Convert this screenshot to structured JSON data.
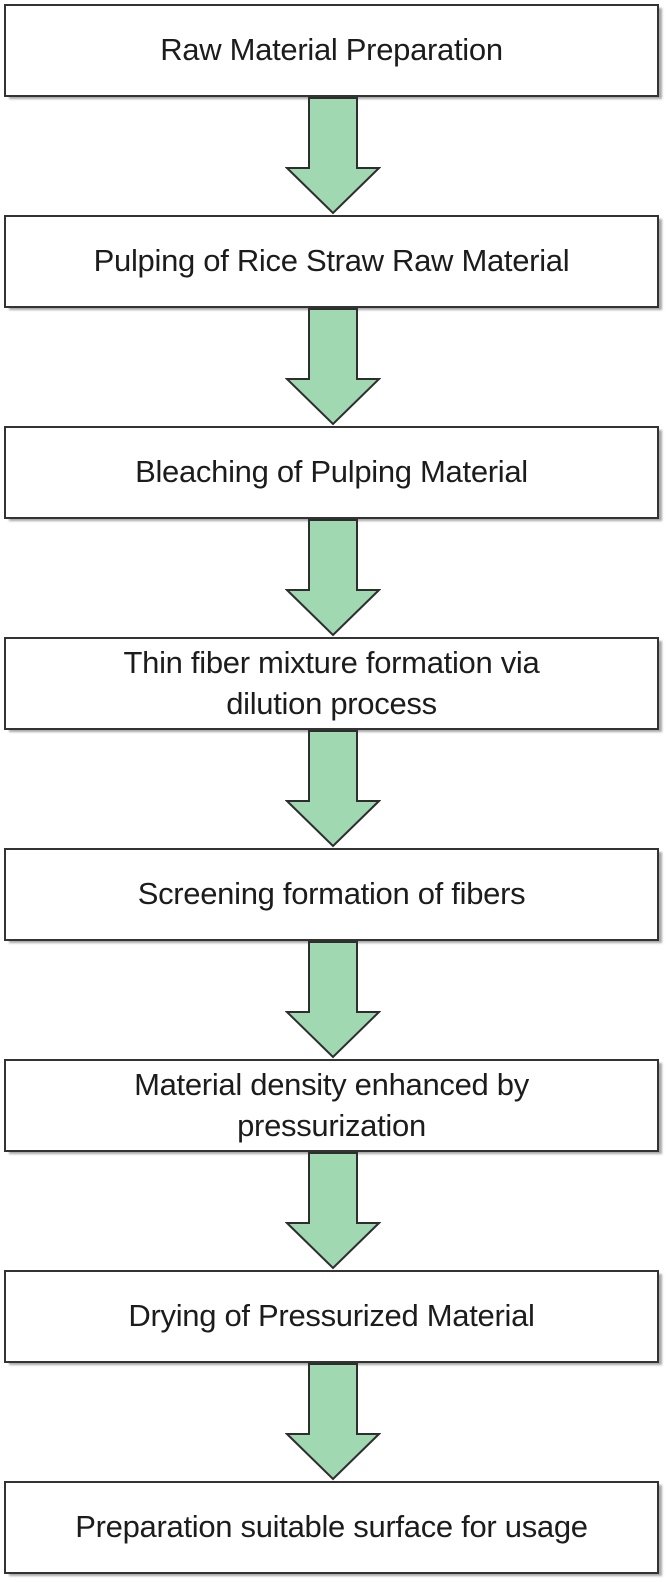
{
  "flowchart": {
    "steps": [
      {
        "label": "Raw Material Preparation"
      },
      {
        "label": "Pulping of Rice Straw Raw Material"
      },
      {
        "label": "Bleaching of Pulping Material"
      },
      {
        "label": "Thin fiber mixture formation via\ndilution process"
      },
      {
        "label": "Screening formation of fibers"
      },
      {
        "label": "Material density enhanced by\npressurization"
      },
      {
        "label": "Drying of Pressurized Material"
      },
      {
        "label": "Preparation suitable surface for usage"
      }
    ],
    "connector": {
      "icon": "down-arrow-icon",
      "style": "block-arrow-down",
      "count": 7
    }
  },
  "colors": {
    "background": "#ffffff",
    "box_fill": "#ffffff",
    "box_border": "#333333",
    "text": "#1c1c1c",
    "arrow_fill": "#a0d8b2",
    "arrow_outline": "#2e2e2e"
  }
}
